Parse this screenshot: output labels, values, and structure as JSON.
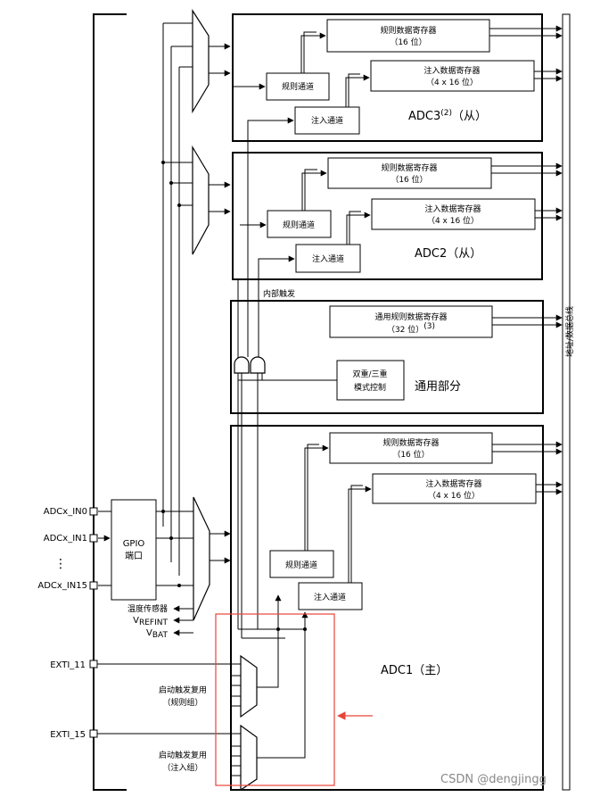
{
  "labels": {
    "adc3_title": "ADC3",
    "adc3_sup": "(2)",
    "adc3_role": "（从）",
    "adc2_title": "ADC2（从）",
    "adc1_title": "ADC1（主）",
    "regular_data_register": "规则数据寄存器",
    "bits16": "（16 位）",
    "injected_data_register": "注入数据寄存器",
    "bits4x16": "（4 x 16 位）",
    "regular_channel": "规则通道",
    "injected_channel": "注入通道",
    "internal_trigger": "内部触发",
    "common_regular_register": "通用规则数据寄存器",
    "bits32": "（32 位）",
    "bits32_sup": "(3)",
    "dual_triple_mode_line1": "双重/三重",
    "dual_triple_mode_line2": "模式控制",
    "common_part": "通用部分",
    "bus": "地址/数据总线",
    "gpio_line1": "GPIO",
    "gpio_line2": "端口",
    "in0": "ADCx_IN0",
    "in1": "ADCx_IN1",
    "in15": "ADCx_IN15",
    "dots": "⋮",
    "temp_sensor": "温度传感器",
    "vrefint": "V",
    "vrefint_sub": "REFINT",
    "vbat": "V",
    "vbat_sub": "BAT",
    "exti11": "EXTI_11",
    "exti15": "EXTI_15",
    "trig_reg_line1": "启动触发复用",
    "trig_reg_line2": "（规则组）",
    "trig_inj_line1": "启动触发复用",
    "trig_inj_line2": "（注入组）",
    "watermark": "CSDN @dengjingg"
  },
  "colors": {
    "line": "#000000",
    "highlight": "#e8443a",
    "watermark": "#888888"
  }
}
